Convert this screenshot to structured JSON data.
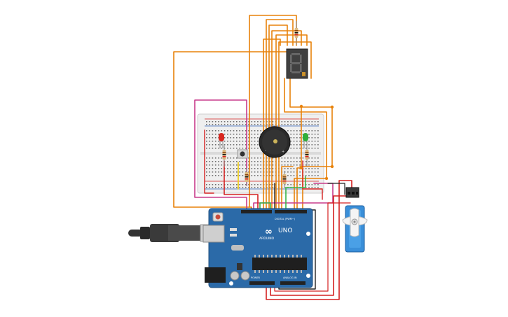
{
  "board": {
    "brand": "ARDUINO",
    "model": "UNO",
    "digital_label": "DIGITAL (PWM~)",
    "power_label": "POWER",
    "analog_label": "ANALOG IN",
    "logo_text": "∞"
  },
  "display": {
    "digit": "8"
  },
  "colors": {
    "wire_orange": "#e8820a",
    "wire_magenta": "#c83c8c",
    "wire_red": "#d42020",
    "wire_green": "#39b54a",
    "wire_yellow": "#f0d020",
    "wire_black": "#222222",
    "board_blue": "#2b6aa8",
    "breadboard": "#eeeeee",
    "led_red": "#d8261e",
    "led_green": "#2fae3a",
    "servo_blue": "#3a8fd9"
  }
}
